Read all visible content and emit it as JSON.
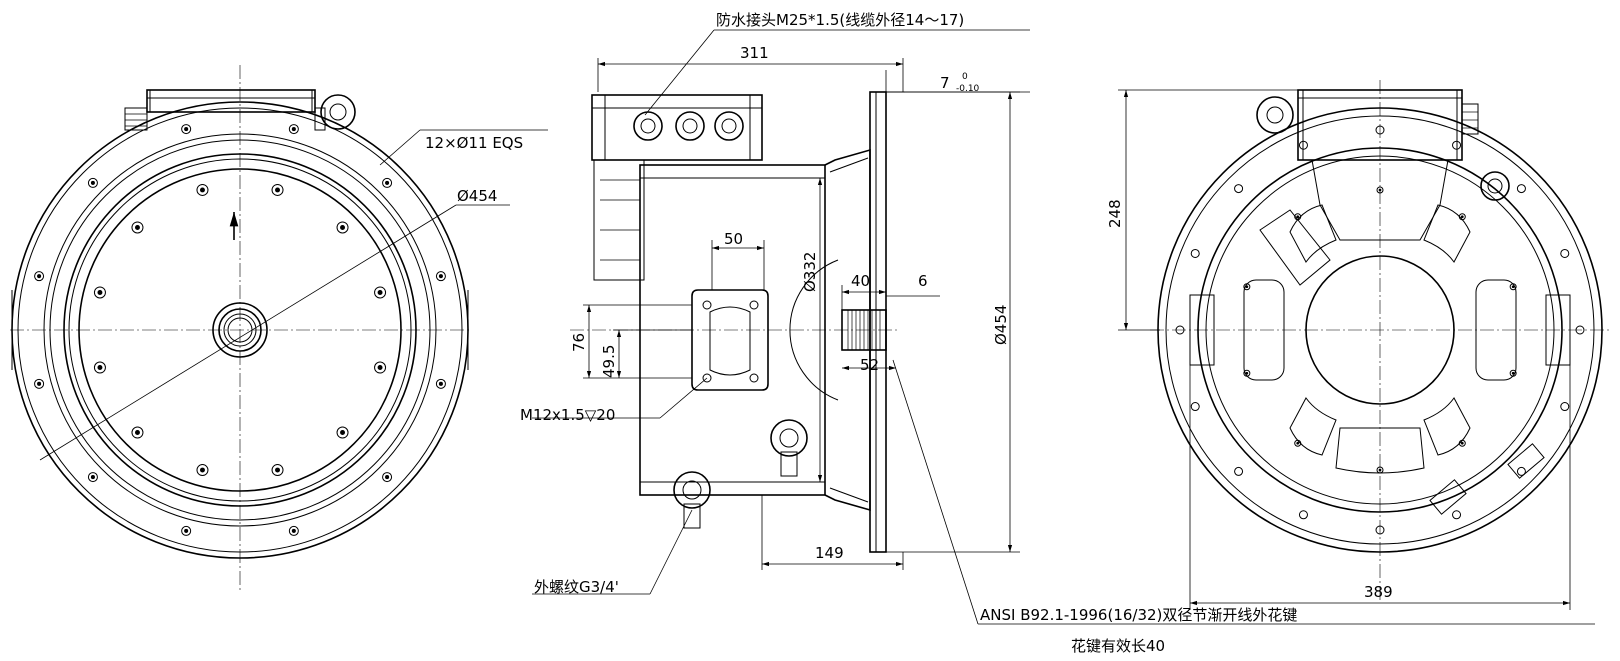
{
  "labels": {
    "front_holes": "12×Ø11 EQS",
    "front_dia": "Ø454",
    "connector": "防水接头M25*1.5(线缆外径14～17)",
    "len_311": "311",
    "flange_7": "7",
    "tol_upper": "0",
    "tol_lower": "-0.10",
    "dim_50": "50",
    "dim_332": "Ø332",
    "dim_40": "40",
    "dim_6": "6",
    "dim_76": "76",
    "dim_49_5": "49.5",
    "dim_52": "52",
    "thread_m12": "M12x1.5▽20",
    "dim_454_side": "Ø454",
    "dim_149": "149",
    "thread_g34": "外螺纹G3/4'",
    "spline_std": "ANSI B92.1-1996(16/32)双径节渐开线外花键",
    "spline_len": "花键有效长40",
    "dim_248": "248",
    "dim_389": "389"
  }
}
